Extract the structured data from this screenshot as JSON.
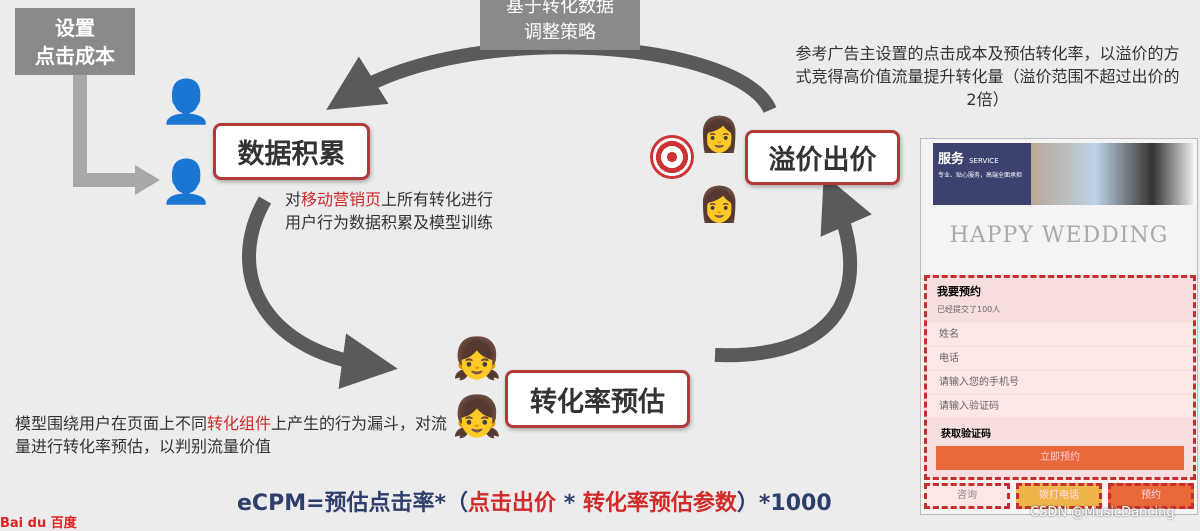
{
  "set_cost": [
    "设置",
    "点击成本"
  ],
  "top_box": [
    "基于转化数据",
    "调整策略"
  ],
  "data_accumulate": {
    "label": "数据积累",
    "desc_pre": "对",
    "desc_hl": "移动营销页",
    "desc_post": "上所有转化进行用户行为数据积累及模型训练"
  },
  "premium_bid": {
    "label": "溢价出价",
    "desc": "参考广告主设置的点击成本及预估转化率，以溢价的方式竞得高价值流量提升转化量（溢价范围不超过出价的2倍）"
  },
  "cvr_predict": {
    "label": "转化率预估",
    "desc_pre": "模型围绕用户在页面上不同",
    "desc_hl": "转化组件",
    "desc_post": "上产生的行为漏斗，对流量进行转化率预估，以判别流量价值"
  },
  "formula": {
    "p1": "eCPM=预估点击率*（",
    "p2": "点击出价",
    "p3": " * ",
    "p4": "转化率预估参数",
    "p5": "）*1000"
  },
  "phone": {
    "banner_title": "服务",
    "banner_sub": "SERVICE",
    "banner_text": "专业、贴心服务，高端全面承担",
    "happy": "HAPPY WEDDING",
    "form_title": "我要预约",
    "submitted": "已经提交了100人",
    "fields": [
      "姓名",
      "电话",
      "请输入您的手机号",
      "请输入验证码"
    ],
    "get_code": "获取验证码",
    "submit": "立即预约",
    "bottom": [
      "咨询",
      "拨打电话",
      "预约"
    ]
  },
  "logo": "Bai du 百度",
  "watermark": "CSDN @MusicDancing"
}
